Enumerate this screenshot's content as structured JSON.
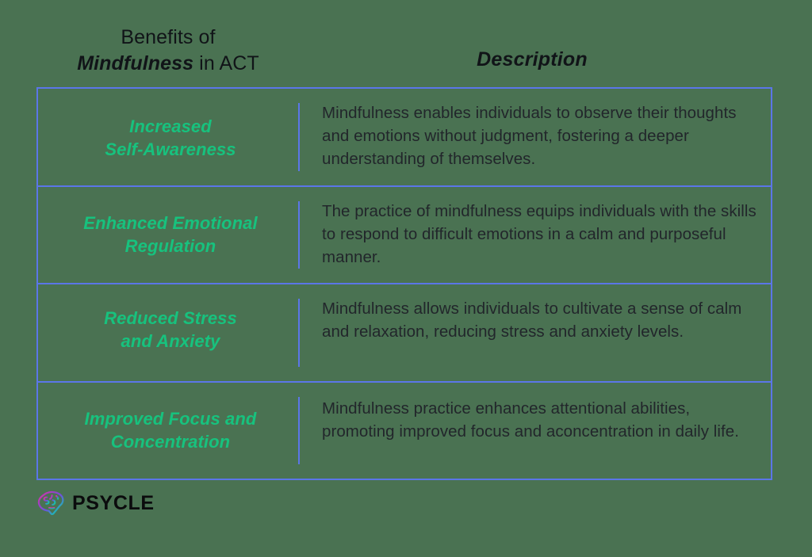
{
  "page": {
    "background_color": "#4a7252",
    "accent_border_color": "#5b76e8",
    "benefit_text_color": "#17c27e",
    "description_text_color": "#22262b",
    "heading_text_color": "#111418"
  },
  "header": {
    "left_column": {
      "line1": "Benefits of",
      "line2_emphasis": "Mindfulness",
      "line2_rest": " in ACT"
    },
    "right_column": {
      "label": "Description"
    }
  },
  "table": {
    "columns": [
      "Benefits of Mindfulness in ACT",
      "Description"
    ],
    "rows": [
      {
        "benefit": "Increased\nSelf-Awareness",
        "benefit_lines": [
          "Increased",
          "Self-Awareness"
        ],
        "description": "Mindfulness enables individuals to observe their thoughts and emotions without judgment, fostering a deeper understanding of themselves."
      },
      {
        "benefit": "Enhanced Emotional\nRegulation",
        "benefit_lines": [
          "Enhanced Emotional",
          "Regulation"
        ],
        "description": "The practice of mindfulness equips individuals with the skills to respond to difficult emotions in a calm and purposeful manner."
      },
      {
        "benefit": "Reduced Stress\nand Anxiety",
        "benefit_lines": [
          "Reduced Stress",
          "and Anxiety"
        ],
        "description": "Mindfulness allows individuals to cultivate a sense of calm and relaxation, reducing stress and anxiety levels."
      },
      {
        "benefit": "Improved Focus and\nConcentration",
        "benefit_lines": [
          "Improved Focus and",
          "Concentration"
        ],
        "description": "Mindfulness practice enhances attentional abilities, promoting improved focus and aconcentration in daily life."
      }
    ]
  },
  "footer": {
    "logo": {
      "icon": "brain-icon",
      "wordmark": "PSYCLE",
      "gradient_colors": [
        "#e0399b",
        "#8b3fd1",
        "#5b5ce0",
        "#19bfa0",
        "#16c79a"
      ]
    }
  }
}
